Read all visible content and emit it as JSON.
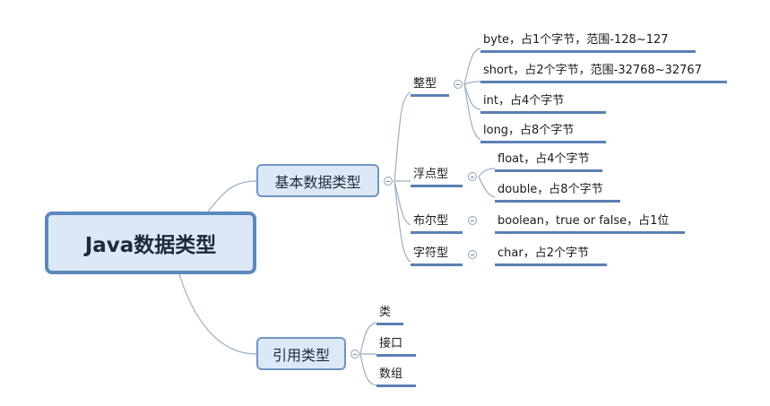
{
  "root": {
    "label": "Java数据类型"
  },
  "primitive": {
    "label": "基本数据类型",
    "integer": {
      "label": "整型",
      "items": [
        "byte，占1个字节，范围-128~127",
        "short，占2个字节，范围-32768~32767",
        "int，占4个字节",
        "long，占8个字节"
      ]
    },
    "float": {
      "label": "浮点型",
      "items": [
        "float，占4个字节",
        "double，占8个字节"
      ]
    },
    "boolean": {
      "label": "布尔型",
      "items": [
        "boolean，true or false，占1位"
      ]
    },
    "char": {
      "label": "字符型",
      "items": [
        "char，占2个字节"
      ]
    }
  },
  "reference": {
    "label": "引用类型",
    "items": [
      "类",
      "接口",
      "数组"
    ]
  },
  "colors": {
    "node_fill": "#dce8f5",
    "node_border": "#5b89bd",
    "branch_line": "#9aaec4",
    "leaf_underline": "#5a80b3"
  }
}
